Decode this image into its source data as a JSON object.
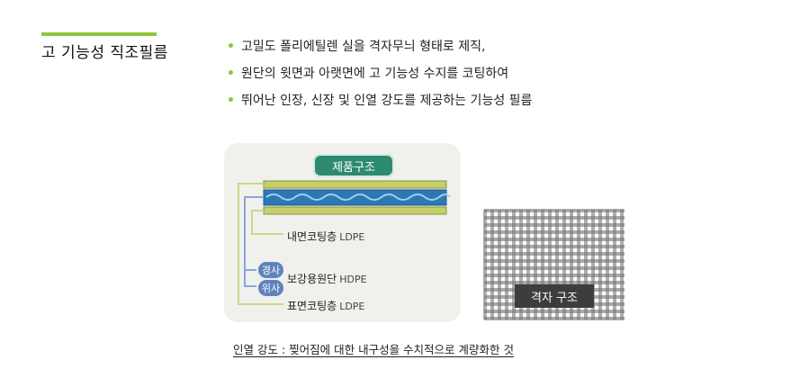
{
  "title": "고 기능성 직조필름",
  "bullets": [
    "고밀도 폴리에틸렌 실을 격자무늬 형태로 제직,",
    "원단의 윗면과 아랫면에 고 기능성 수지를 코팅하여",
    "뛰어난 인장, 신장 및 인열 강도를 제공하는 기능성 필름"
  ],
  "structure": {
    "badge": "제품구조",
    "inner_coating": "내면코팅층",
    "inner_code": "LDPE",
    "reinforce": "보강용원단",
    "reinforce_code": "HDPE",
    "outer_coating": "표면코팅층",
    "outer_code": "LDPE",
    "tag_warp": "경사",
    "tag_weft": "위사"
  },
  "grid_caption": "격자 구조",
  "footnote": "인열 강도 : 찢어짐에 대한 내구성을 수치적으로 계량화한 것",
  "colors": {
    "accent": "#8dc63f",
    "badge": "#2e8a6e",
    "film_layer": "#c5d06a",
    "weave": "#2c78b5",
    "tag": "#5f83bd"
  }
}
